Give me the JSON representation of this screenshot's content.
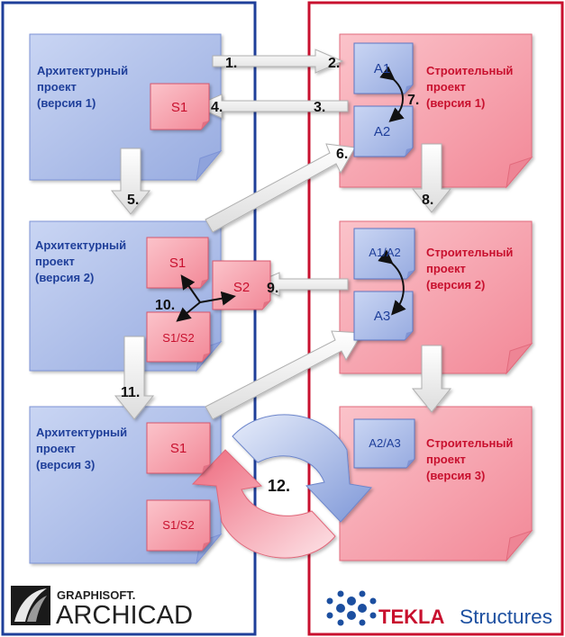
{
  "panels": {
    "left_brand": "GRAPHISOFT.",
    "left_product": "ARCHICAD",
    "right_brand": "TEKLA",
    "right_product": "Structures"
  },
  "arch": [
    {
      "line1": "Архитектурный",
      "line2": "проект",
      "line3": "(версия 1)"
    },
    {
      "line1": "Архитектурный",
      "line2": "проект",
      "line3": "(версия 2)"
    },
    {
      "line1": "Архитектурный",
      "line2": "проект",
      "line3": "(версия 3)"
    }
  ],
  "struct": [
    {
      "line1": "Строительный",
      "line2": "проект",
      "line3": "(версия 1)"
    },
    {
      "line1": "Строительный",
      "line2": "проект",
      "line3": "(версия 2)"
    },
    {
      "line1": "Строительный",
      "line2": "проект",
      "line3": "(версия 3)"
    }
  ],
  "docs": {
    "s1_v1": "S1",
    "s1_v2": "S1",
    "s2_v2": "S2",
    "s1s2_v2": "S1/S2",
    "s1_v3": "S1",
    "s1s2_v3": "S1/S2",
    "a1": "A1",
    "a2": "A2",
    "a1a2": "A1/A2",
    "a3": "A3",
    "a2a3": "A2/A3"
  },
  "steps": [
    "1.",
    "2.",
    "3.",
    "4.",
    "5.",
    "6.",
    "7.",
    "8.",
    "9.",
    "10.",
    "11.",
    "12."
  ],
  "colors": {
    "left_border": "#1f3f9a",
    "right_border": "#c8102e",
    "blue_doc": "#b7c6ec",
    "red_doc": "#f7aab4"
  }
}
